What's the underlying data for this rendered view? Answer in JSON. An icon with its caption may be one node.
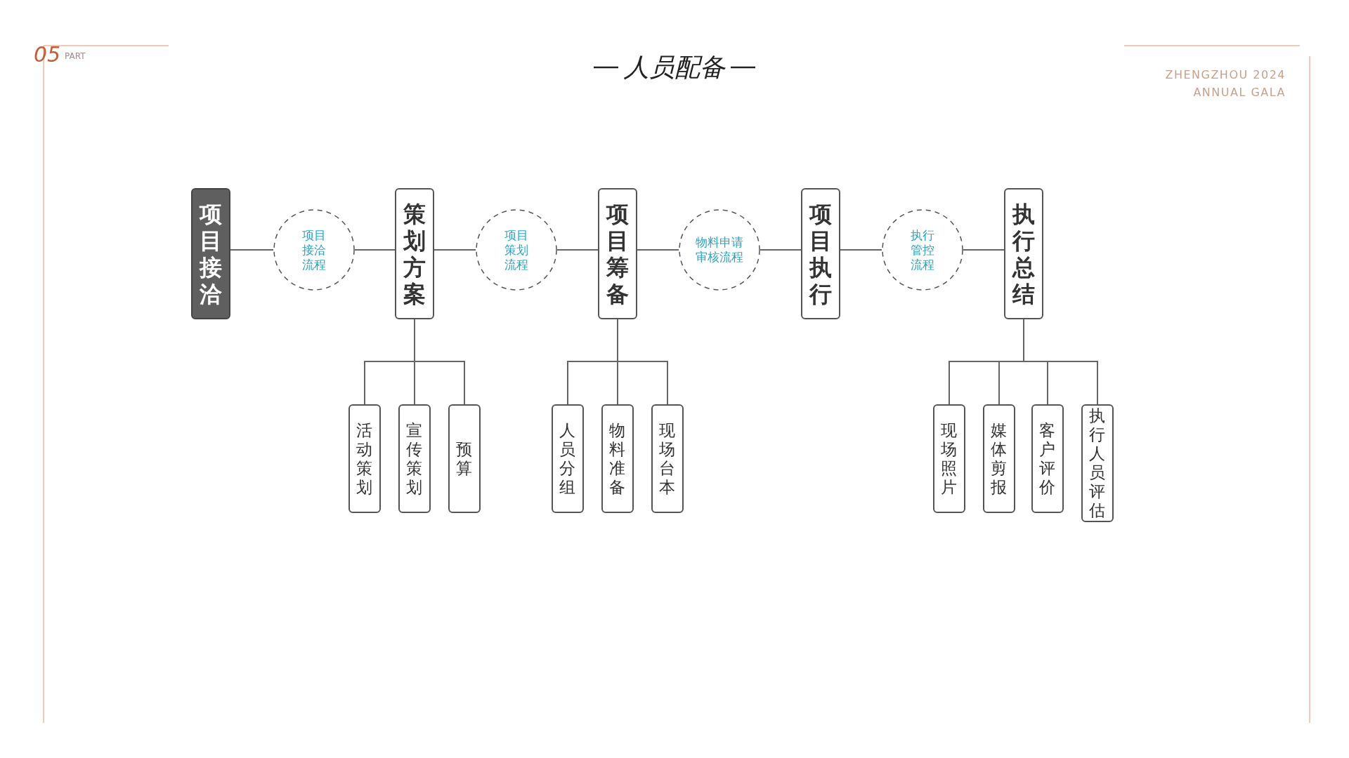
{
  "diagram": {
    "title": "人员配备",
    "nodes": [
      {
        "text": [
          "项目接洽"
        ]
      },
      {
        "text": [
          "项目接洽流程"
        ]
      },
      {
        "text": [
          "策划方案"
        ]
      },
      {
        "text": [
          "项目策划流程"
        ]
      },
      {
        "text": [
          "项目筹备"
        ]
      },
      {
        "text": [
          "物料申请审核流程"
        ]
      },
      {
        "text": [
          "项目执行"
        ]
      },
      {
        "text": [
          "执行管控流程"
        ]
      },
      {
        "text": [
          "执行总结"
        ]
      },
      {
        "text": [
          "活动策划"
        ]
      },
      {
        "text": [
          "宣传策划"
        ]
      },
      {
        "text": [
          "预算"
        ]
      },
      {
        "text": [
          "人员分组"
        ]
      },
      {
        "text": [
          "物料准备"
        ]
      },
      {
        "text": [
          "现场台本"
        ]
      },
      {
        "text": [
          "现场照片"
        ]
      },
      {
        "text": [
          "媒体剪报"
        ]
      },
      {
        "text": [
          "客户评价"
        ]
      },
      {
        "text": [
          "执行人员评估"
        ]
      }
    ],
    "edges": [
      {
        "from": 0,
        "to": 1,
        "arrow": "none"
      },
      {
        "from": 1,
        "to": 2,
        "arrow": "none"
      },
      {
        "from": 2,
        "to": 3,
        "arrow": "none"
      },
      {
        "from": 3,
        "to": 4,
        "arrow": "none"
      },
      {
        "from": 4,
        "to": 5,
        "arrow": "none"
      },
      {
        "from": 5,
        "to": 6,
        "arrow": "none"
      },
      {
        "from": 6,
        "to": 7,
        "arrow": "none"
      },
      {
        "from": 7,
        "to": 8,
        "arrow": "none"
      },
      {
        "from": 2,
        "to": 9,
        "arrow": "none"
      },
      {
        "from": 2,
        "to": 10,
        "arrow": "none"
      },
      {
        "from": 2,
        "to": 11,
        "arrow": "none"
      },
      {
        "from": 4,
        "to": 12,
        "arrow": "none"
      },
      {
        "from": 4,
        "to": 13,
        "arrow": "none"
      },
      {
        "from": 4,
        "to": 14,
        "arrow": "none"
      },
      {
        "from": 8,
        "to": 15,
        "arrow": "none"
      },
      {
        "from": 8,
        "to": 16,
        "arrow": "none"
      },
      {
        "from": 8,
        "to": 17,
        "arrow": "none"
      },
      {
        "from": 8,
        "to": 18,
        "arrow": "none"
      }
    ],
    "labels": [
      "05",
      "PART",
      "ZHENGZHOU 2024 ANNUAL GALA"
    ]
  }
}
